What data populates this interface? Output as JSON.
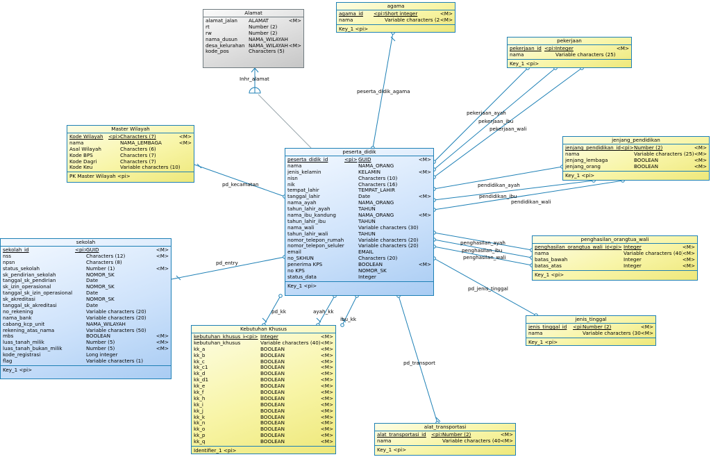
{
  "colors": {
    "line": "#1c7fb5",
    "yellow": "#f8f5a8",
    "blue": "#cfe3fb",
    "gray": "#dedede"
  },
  "entities": [
    {
      "id": "alamat",
      "name": "Alamat",
      "style": "gray",
      "rows": [
        [
          "alamat_jalan",
          "",
          "ALAMAT",
          "<M>"
        ],
        [
          "rt",
          "",
          "Number (2)",
          ""
        ],
        [
          "rw",
          "",
          "Number (2)",
          ""
        ],
        [
          "nama_dusun",
          "",
          "NAMA_WILAYAH",
          ""
        ],
        [
          "desa_kelurahan",
          "",
          "NAMA_WILAYAH",
          "<M>"
        ],
        [
          "kode_pos",
          "",
          "Characters (5)",
          ""
        ]
      ],
      "keys": []
    },
    {
      "id": "agama",
      "name": "agama",
      "style": "yellow",
      "rows": [
        [
          "agama_id",
          "<pi>",
          "Short integer",
          "<M>"
        ],
        [
          "nama",
          "",
          "Variable characters (25)",
          "<M>"
        ]
      ],
      "keys": [
        "Key_1  <pi>"
      ]
    },
    {
      "id": "pekerjaan",
      "name": "pekerjaan",
      "style": "yellow",
      "rows": [
        [
          "pekerjaan_id",
          "<pi>",
          "Integer",
          "<M>"
        ],
        [
          "nama",
          "",
          "Variable characters (25)",
          ""
        ]
      ],
      "keys": [
        "Key_1  <pi>"
      ]
    },
    {
      "id": "master_wilayah",
      "name": "Master Wilayah",
      "style": "yellow",
      "rows": [
        [
          "Kode Wilayah",
          "<pi>",
          "Characters (7)",
          "<M>"
        ],
        [
          "nama",
          "",
          "NAMA_LEMBAGA",
          "<M>"
        ],
        [
          "Asal Wilayah",
          "",
          "Characters (6)",
          ""
        ],
        [
          "Kode BPS",
          "",
          "Characters (7)",
          ""
        ],
        [
          "Kode Dagri",
          "",
          "Characters (7)",
          ""
        ],
        [
          "Kode Keu",
          "",
          "Variable characters (10)",
          ""
        ]
      ],
      "keys": [
        "PK Master Wilayah  <pi>"
      ]
    },
    {
      "id": "peserta_didik",
      "name": "peserta_didik",
      "style": "blue",
      "rows": [
        [
          "peserta_didik_id",
          "<pi>",
          "GUID",
          "<M>"
        ],
        [
          "nama",
          "",
          "NAMA_ORANG",
          ""
        ],
        [
          "jenis_kelamin",
          "",
          "KELAMIN",
          "<M>"
        ],
        [
          "nisn",
          "",
          "Characters (10)",
          ""
        ],
        [
          "nik",
          "",
          "Characters (16)",
          ""
        ],
        [
          "tempat_lahir",
          "",
          "TEMPAT_LAHIR",
          ""
        ],
        [
          "tanggal_lahir",
          "",
          "Date",
          "<M>"
        ],
        [
          "nama_ayah",
          "",
          "NAMA_ORANG",
          ""
        ],
        [
          "tahun_lahir_ayah",
          "",
          "TAHUN",
          ""
        ],
        [
          "nama_ibu_kandung",
          "",
          "NAMA_ORANG",
          "<M>"
        ],
        [
          "tahun_lahir_ibu",
          "",
          "TAHUN",
          ""
        ],
        [
          "nama_wali",
          "",
          "Variable characters (30)",
          ""
        ],
        [
          "tahun_lahir_wali",
          "",
          "TAHUN",
          ""
        ],
        [
          "nomor_telepon_rumah",
          "",
          "Variable characters (20)",
          ""
        ],
        [
          "nomor_telepon_seluler",
          "",
          "Variable characters (20)",
          ""
        ],
        [
          "email",
          "",
          "EMAIL",
          ""
        ],
        [
          "no_SKHUN",
          "",
          "Characters (20)",
          ""
        ],
        [
          "penerima KPS",
          "",
          "BOOLEAN",
          "<M>"
        ],
        [
          "no KPS",
          "",
          "NOMOR_SK",
          ""
        ],
        [
          "status_data",
          "",
          "Integer",
          ""
        ]
      ],
      "keys": [
        "Key_1  <pi>"
      ]
    },
    {
      "id": "jenjang_pendidikan",
      "name": "jenjang_pendidikan",
      "style": "yellow",
      "rows": [
        [
          "jenjang_pendidikan_id",
          "<pi>",
          "Number (2)",
          "<M>"
        ],
        [
          "nama",
          "",
          "Variable characters (25)",
          "<M>"
        ],
        [
          "jenjang_lembaga",
          "",
          "BOOLEAN",
          "<M>"
        ],
        [
          "jenjang_orang",
          "",
          "BOOLEAN",
          "<M>"
        ]
      ],
      "keys": [
        "Key_1  <pi>"
      ]
    },
    {
      "id": "sekolah",
      "name": "sekolah",
      "style": "blue",
      "rows": [
        [
          "sekolah_id",
          "<pi>",
          "GUID",
          "<M>"
        ],
        [
          "nss",
          "",
          "Characters (12)",
          "<M>"
        ],
        [
          "npsn",
          "",
          "Characters (8)",
          ""
        ],
        [
          "status_sekolah",
          "",
          "Number (1)",
          "<M>"
        ],
        [
          "sk_pendirian_sekolah",
          "",
          "NOMOR_SK",
          ""
        ],
        [
          "tanggal_sk_pendirian",
          "",
          "Date",
          ""
        ],
        [
          "sk_izin_operasional",
          "",
          "NOMOR_SK",
          ""
        ],
        [
          "tanggal_sk_izin_operasional",
          "",
          "Date",
          ""
        ],
        [
          "sk_akreditasi",
          "",
          "NOMOR_SK",
          ""
        ],
        [
          "tanggal_sk_akreditasi",
          "",
          "Date",
          ""
        ],
        [
          "no_rekening",
          "",
          "Variable characters (20)",
          ""
        ],
        [
          "nama_bank",
          "",
          "Variable characters (20)",
          ""
        ],
        [
          "cabang_kcp_unit",
          "",
          "NAMA_WILAYAH",
          ""
        ],
        [
          "rekening_atas_nama",
          "",
          "Variable characters (50)",
          ""
        ],
        [
          "mbs",
          "",
          "BOOLEAN",
          "<M>"
        ],
        [
          "luas_tanah_milik",
          "",
          "Number (5)",
          "<M>"
        ],
        [
          "luas_tanah_bukan_milik",
          "",
          "Number (5)",
          "<M>"
        ],
        [
          "kode_registrasi",
          "",
          "Long integer",
          ""
        ],
        [
          "flag",
          "",
          "Variable characters (1)",
          ""
        ]
      ],
      "keys": [
        "Key_1  <pi>"
      ]
    },
    {
      "id": "penghasilan_orangtua_wali",
      "name": "penghasilan_orangtua_wali",
      "style": "yellow",
      "rows": [
        [
          "penghasilan_orangtua_wali_id",
          "<pi>",
          "Integer",
          "<M>"
        ],
        [
          "nama",
          "",
          "Variable characters (40)",
          "<M>"
        ],
        [
          "batas_bawah",
          "",
          "Integer",
          "<M>"
        ],
        [
          "batas_atas",
          "",
          "Integer",
          "<M>"
        ]
      ],
      "keys": [
        "Key_1  <pi>"
      ]
    },
    {
      "id": "jenis_tinggal",
      "name": "jenis_tinggal",
      "style": "yellow",
      "rows": [
        [
          "jenis_tinggal_id",
          "<pi>",
          "Number (2)",
          "<M>"
        ],
        [
          "nama",
          "",
          "Variable characters (30)",
          "<M>"
        ]
      ],
      "keys": [
        "Key_1  <pi>"
      ]
    },
    {
      "id": "kebutuhan_khusus",
      "name": "Kebutuhan Khusus",
      "style": "yellow",
      "rows": [
        [
          "kebutuhan_khusus_id",
          "<pi>",
          "Integer",
          "<M>"
        ],
        [
          "kebutuhan_khusus",
          "",
          "Variable characters (40)",
          "<M>"
        ],
        [
          "kk_a",
          "",
          "BOOLEAN",
          "<M>"
        ],
        [
          "kk_b",
          "",
          "BOOLEAN",
          "<M>"
        ],
        [
          "kk_c",
          "",
          "BOOLEAN",
          "<M>"
        ],
        [
          "kk_c1",
          "",
          "BOOLEAN",
          "<M>"
        ],
        [
          "kk_d",
          "",
          "BOOLEAN",
          "<M>"
        ],
        [
          "kk_d1",
          "",
          "BOOLEAN",
          "<M>"
        ],
        [
          "kk_e",
          "",
          "BOOLEAN",
          "<M>"
        ],
        [
          "kk_f",
          "",
          "BOOLEAN",
          "<M>"
        ],
        [
          "kk_h",
          "",
          "BOOLEAN",
          "<M>"
        ],
        [
          "kk_i",
          "",
          "BOOLEAN",
          "<M>"
        ],
        [
          "kk_j",
          "",
          "BOOLEAN",
          "<M>"
        ],
        [
          "kk_k",
          "",
          "BOOLEAN",
          "<M>"
        ],
        [
          "kk_n",
          "",
          "BOOLEAN",
          "<M>"
        ],
        [
          "kk_o",
          "",
          "BOOLEAN",
          "<M>"
        ],
        [
          "kk_p",
          "",
          "BOOLEAN",
          "<M>"
        ],
        [
          "kk_q",
          "",
          "BOOLEAN",
          "<M>"
        ]
      ],
      "keys": [
        "Identifier_1  <pi>"
      ]
    },
    {
      "id": "alat_transportasi",
      "name": "alat_transportasi",
      "style": "yellow",
      "rows": [
        [
          "alat_transportasi_id",
          "<pi>",
          "Number (2)",
          "<M>"
        ],
        [
          "nama",
          "",
          "Variable characters (40)",
          "<M>"
        ]
      ],
      "keys": [
        "Key_1  <pi>"
      ]
    }
  ],
  "relationships": [
    {
      "id": "inhr_alamat",
      "label": "Inhr_alamat"
    },
    {
      "id": "peserta_didik_agama",
      "label": "peserta_didik_agama"
    },
    {
      "id": "pekerjaan_ayah",
      "label": "pekerjaan_ayah"
    },
    {
      "id": "pekerjaan_ibu",
      "label": "pekerjaan_ibu"
    },
    {
      "id": "pekerjaan_wali",
      "label": "pekerjaan_wali"
    },
    {
      "id": "pd_kecamatan",
      "label": "pd_kecamatan"
    },
    {
      "id": "pendidikan_ayah",
      "label": "pendidikan_ayah"
    },
    {
      "id": "pendidikan_ibu",
      "label": "pendidikan_ibu"
    },
    {
      "id": "pendidikan_wali",
      "label": "pendidikan_wali"
    },
    {
      "id": "pd_entry",
      "label": "pd_entry"
    },
    {
      "id": "penghasilan_ayah",
      "label": "penghasilan_ayah"
    },
    {
      "id": "penghasilan_ibu",
      "label": "penghasilan_ibu"
    },
    {
      "id": "penghasilan_wali",
      "label": "penghasilan_wali"
    },
    {
      "id": "pd_jenis_tinggal",
      "label": "pd_jenis_tinggal"
    },
    {
      "id": "pd_kk",
      "label": "pd_kk"
    },
    {
      "id": "ayah_kk",
      "label": "ayah_kk"
    },
    {
      "id": "ibu_kk",
      "label": "ibu_kk"
    },
    {
      "id": "pd_transport",
      "label": "pd_transport"
    }
  ]
}
